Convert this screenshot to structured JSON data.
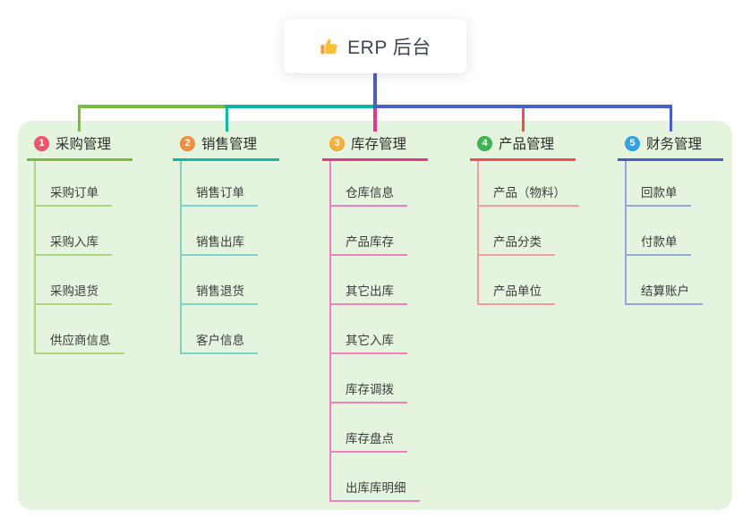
{
  "root": {
    "title": "ERP 后台",
    "icon": "thumbs-up-icon"
  },
  "branches": [
    {
      "number": "1",
      "label": "采购管理",
      "children": [
        "采购订单",
        "采购入库",
        "采购退货",
        "供应商信息"
      ],
      "colors": {
        "badge": "#f4536e",
        "line": "#7cb93f",
        "light": "#abd77f"
      }
    },
    {
      "number": "2",
      "label": "销售管理",
      "children": [
        "销售订单",
        "销售出库",
        "销售退货",
        "客户信息"
      ],
      "colors": {
        "badge": "#f78e3d",
        "line": "#10b7a6",
        "light": "#7ed3c9"
      }
    },
    {
      "number": "3",
      "label": "库存管理",
      "children": [
        "仓库信息",
        "产品库存",
        "其它出库",
        "其它入库",
        "库存调拨",
        "库存盘点",
        "出库库明细"
      ],
      "colors": {
        "badge": "#f9b237",
        "line": "#e6368e",
        "light": "#f07fba"
      }
    },
    {
      "number": "4",
      "label": "产品管理",
      "children": [
        "产品（物料）",
        "产品分类",
        "产品单位"
      ],
      "colors": {
        "badge": "#3eb553",
        "line": "#f64b4f",
        "light": "#f69b9e"
      }
    },
    {
      "number": "5",
      "label": "财务管理",
      "children": [
        "回款单",
        "付款单",
        "结算账户"
      ],
      "colors": {
        "badge": "#32a3e7",
        "line": "#4a5ec6",
        "light": "#95a8dd"
      }
    }
  ],
  "connector_color": "#4a5ec6",
  "panel_color": "#e4f4de"
}
